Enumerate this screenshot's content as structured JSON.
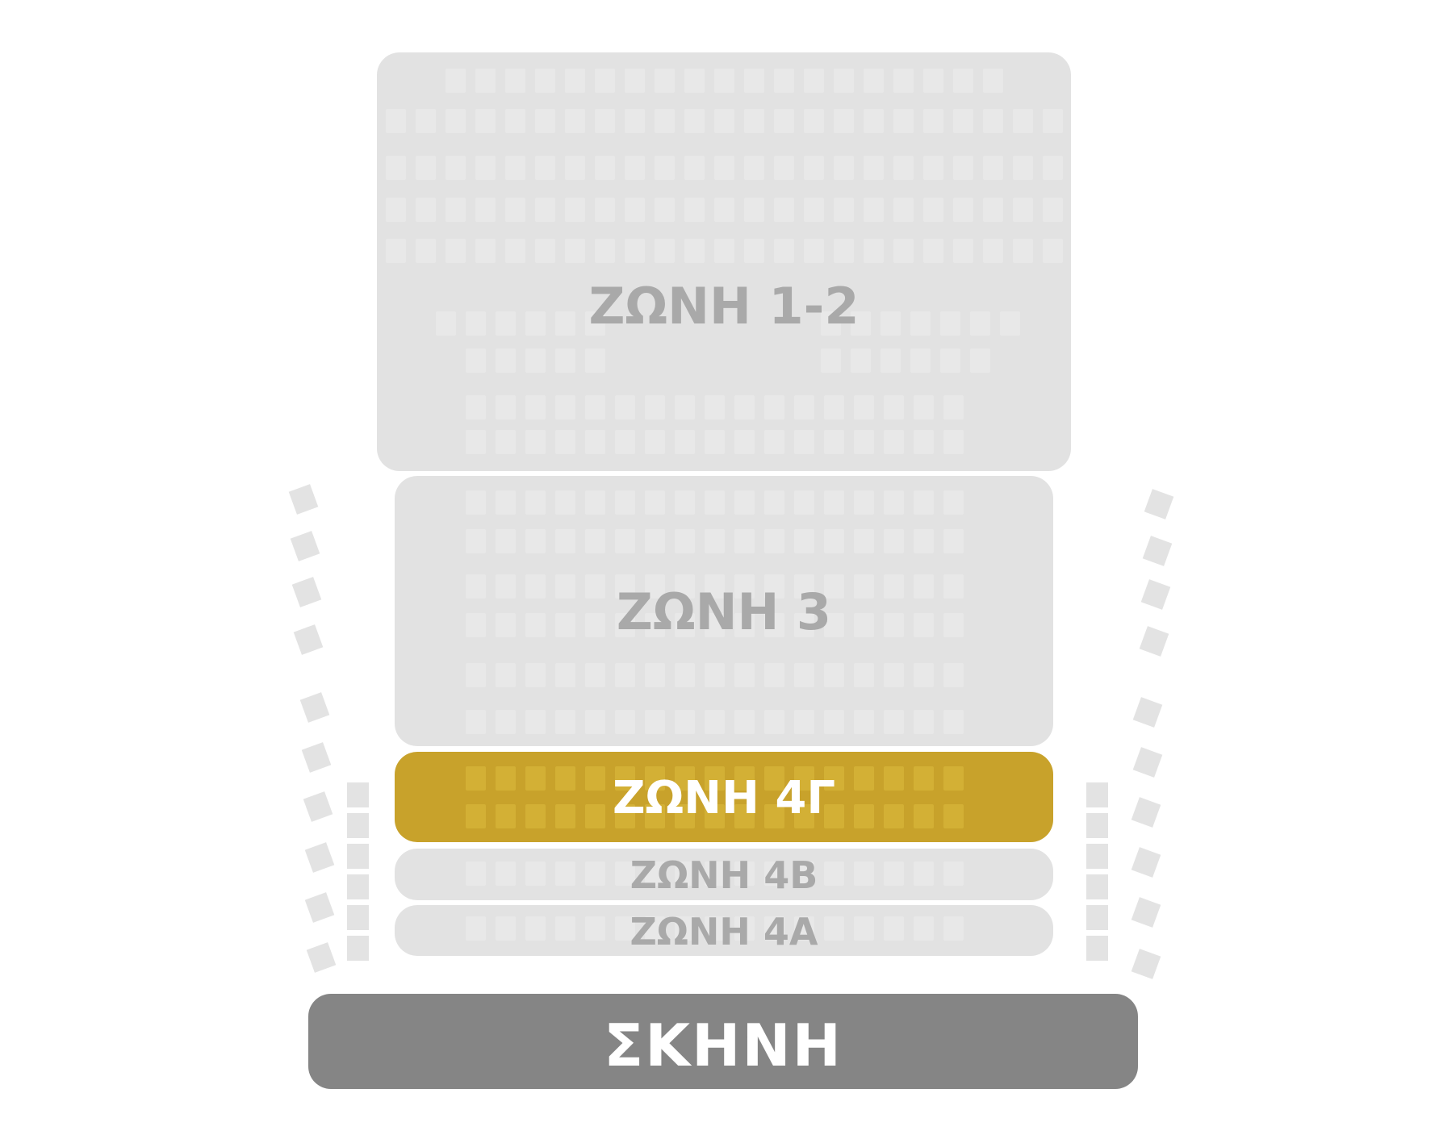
{
  "zones": [
    {
      "id": "zone-1-2",
      "label": "ΖΩΝΗ 1-2",
      "selected": false
    },
    {
      "id": "zone-3",
      "label": "ΖΩΝΗ 3",
      "selected": false
    },
    {
      "id": "zone-4g",
      "label": "ΖΩΝΗ 4Γ",
      "selected": true
    },
    {
      "id": "zone-4b",
      "label": "ΖΩΝΗ 4Β",
      "selected": false
    },
    {
      "id": "zone-4a",
      "label": "ΖΩΝΗ 4Α",
      "selected": false
    }
  ],
  "stage": {
    "label": "ΣΚΗΝΗ"
  },
  "colors": {
    "zone_default": "#e2e2e2",
    "zone_label_default": "#a9a9a9",
    "zone_selected": "#c8a22b",
    "zone_label_selected": "#ffffff",
    "stage": "#858585",
    "stage_label": "#ffffff"
  }
}
